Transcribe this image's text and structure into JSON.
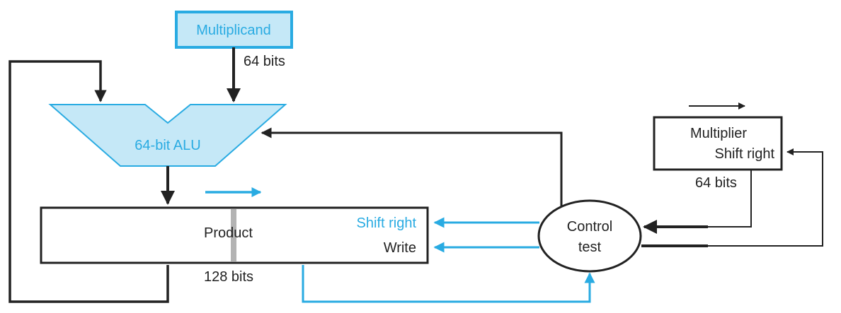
{
  "multiplicand": {
    "label": "Multiplicand",
    "width_label": "64 bits"
  },
  "alu": {
    "label": "64-bit ALU"
  },
  "multiplier": {
    "label_line1": "Multiplier",
    "label_line2": "Shift right",
    "width_label": "64 bits"
  },
  "product": {
    "label": "Product",
    "width_label": "128 bits",
    "shift_label": "Shift right",
    "write_label": "Write"
  },
  "control": {
    "label_line1": "Control",
    "label_line2": "test"
  },
  "colors": {
    "accent": "#29abe2",
    "fill": "#c5e8f7",
    "line": "#222222",
    "divider": "#b3b3b3"
  }
}
